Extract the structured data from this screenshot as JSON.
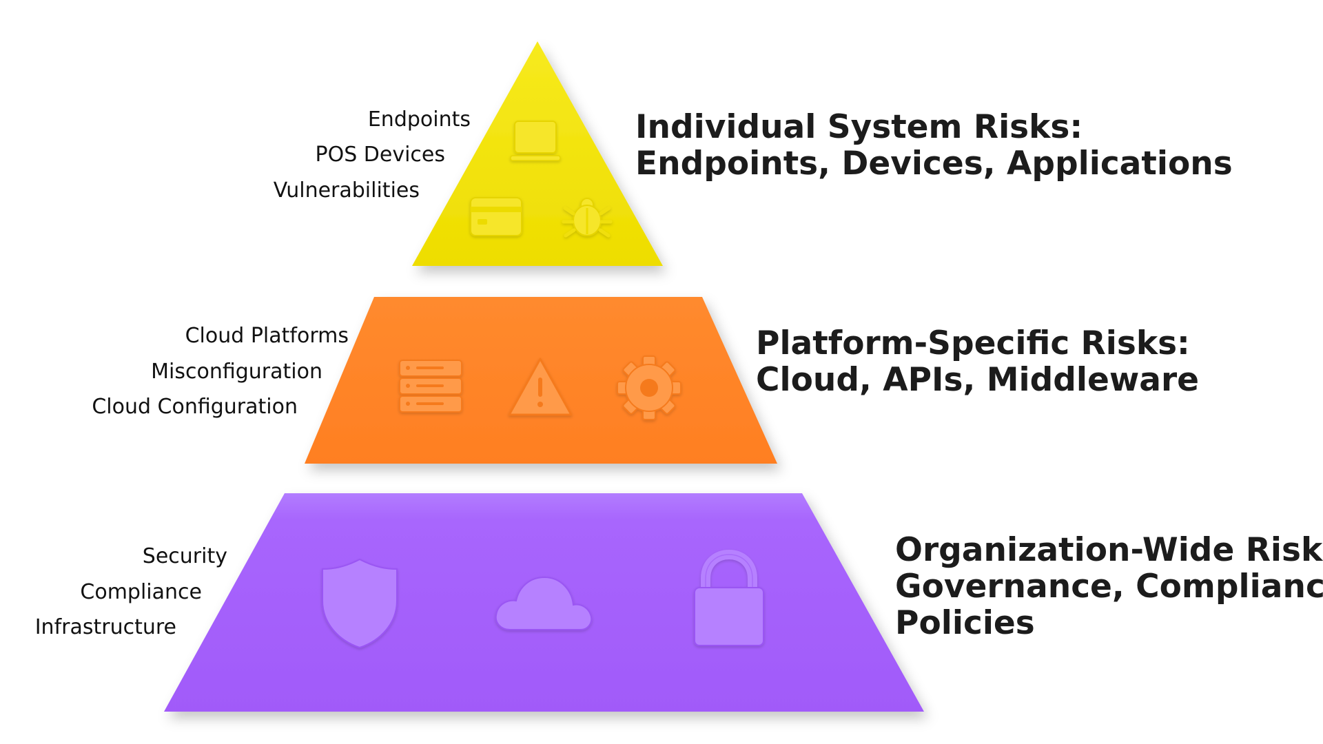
{
  "colors": {
    "top_tier": "#f2e200",
    "middle_tier": "#ff8a2b",
    "bottom_tier": "#a65dfb",
    "heading_text": "#1c1c1c",
    "label_text": "#111111"
  },
  "tiers": [
    {
      "id": "top",
      "labels": [
        "Endpoints",
        "POS Devices",
        "Vulnerabilities"
      ],
      "heading_lines": [
        "Individual System Risks:",
        "Endpoints, Devices, Applications"
      ],
      "icons": [
        "laptop-icon",
        "credit-card-icon",
        "bug-icon"
      ]
    },
    {
      "id": "middle",
      "labels": [
        "Cloud Platforms",
        "Misconfiguration",
        "Cloud Configuration"
      ],
      "heading_lines": [
        "Platform-Specific Risks:",
        "Cloud, APIs, Middleware"
      ],
      "icons": [
        "server-icon",
        "warning-icon",
        "gear-icon"
      ]
    },
    {
      "id": "bottom",
      "labels": [
        "Security",
        "Compliance",
        "Infrastructure"
      ],
      "heading_lines": [
        "Organization-Wide Risks:",
        "Governance, Compliance,",
        "Policies"
      ],
      "icons": [
        "shield-icon",
        "cloud-icon",
        "padlock-icon"
      ]
    }
  ]
}
